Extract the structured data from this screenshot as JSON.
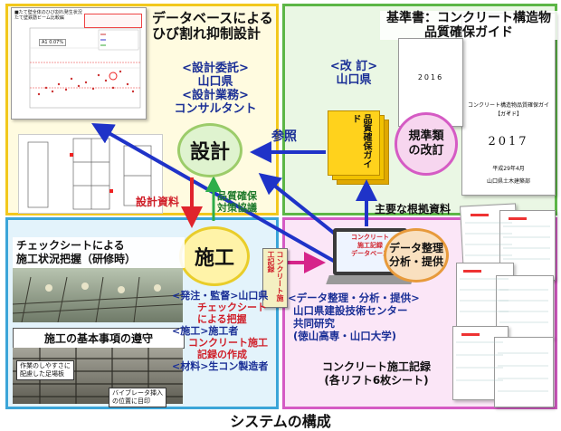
{
  "top_left": {
    "title_line1": "データベースによる",
    "title_line2": "ひび割れ抑制設計",
    "roles": [
      {
        "role": "<設計委託>",
        "name": "山口県"
      },
      {
        "role": "<設計業務>",
        "name": "コンサルタント"
      }
    ]
  },
  "top_right": {
    "standard_title_line1": "基準書：コンクリート構造物",
    "standard_title_line2": "品質確保ガイド",
    "revision_label": "<改 訂>",
    "revision_org": "山口県",
    "revision_circle": "規準類\nの改訂",
    "guide_stack_text": "品質確保ガイド",
    "booklet_year": "2017",
    "booklet_subtitle": "【ガイド】",
    "booklet_title": "コンクリート構造物品質確保ガイド",
    "booklet_date": "平成29年4月",
    "booklet_org": "山口県土木建築部",
    "back_year": "2016"
  },
  "center": {
    "design": "設計",
    "construction": "施工",
    "reference": "参照",
    "design_data": "設計資料",
    "quality_assurance_line1": "品質確保",
    "quality_assurance_line2": "対策協議",
    "main_evidence": "主要な根拠資料",
    "database_label": "コンクリート\n施工記録\nデータベース",
    "construction_record_tab": "コンクリート施工記録",
    "data_circle_line1": "データ整理",
    "data_circle_line2": "分析・提供"
  },
  "bottom_left": {
    "check_title_line1": "チェックシートによる",
    "check_title_line2": "施工状況把握（研修時）",
    "basic_rules": "施工の基本事項の遵守",
    "scaffold_note_line1": "作業のしやすさに",
    "scaffold_note_line2": "配慮した足場板",
    "vibrator_note_line1": "バイブレータ挿入",
    "vibrator_note_line2": "の位置に目印"
  },
  "construction_roles": {
    "order": "<発注・監督>山口県",
    "checksheet_line1": "チェックシート",
    "checksheet_line2": "による把握",
    "builder": "<施工>施工者",
    "record_line1": "コンクリート施工",
    "record_line2": "記録の作成",
    "material": "<材料>生コン製造者"
  },
  "bottom_right": {
    "analysis_role": "<データ整理・分析・提供>",
    "center_org": "山口県建設技術センター",
    "joint": "共同研究",
    "univ": "(徳山高専・山口大学)",
    "records_line1": "コンクリート施工記録",
    "records_line2": "(各リフト6枚シート)"
  },
  "caption": "システムの構成",
  "chart_inset": {
    "title": "■たて壁全体のひび割れ発生状況\nたて壁鉄筋ビーム比較編",
    "value_label": "A1 0.07%"
  },
  "colors": {
    "yellow": "#f2c81c",
    "green": "#5cb646",
    "blue": "#3ba5d8",
    "magenta": "#d55bc4",
    "arrow_blue": "#1f33c8",
    "arrow_red": "#e0242c",
    "arrow_green": "#2eae4a"
  }
}
